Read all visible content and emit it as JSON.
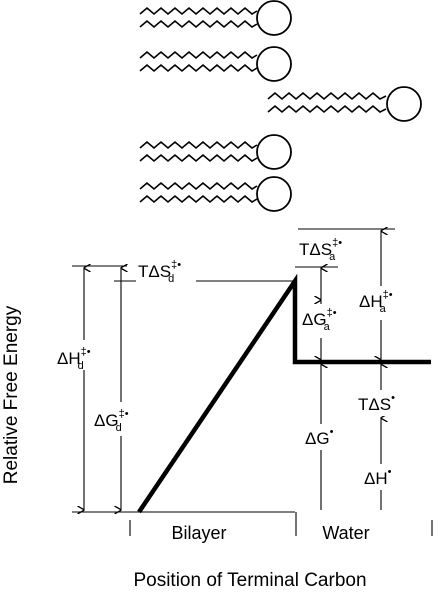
{
  "diagram": {
    "y_axis_label": "Relative Free Energy",
    "x_axis_label": "Position of Terminal Carbon",
    "regions": [
      "Bilayer",
      "Water"
    ]
  },
  "labels": {
    "dH_d": {
      "main": "ΔH",
      "sup": "‡•",
      "sub": "d"
    },
    "dG_d": {
      "main": "ΔG",
      "sup": "‡•",
      "sub": "d"
    },
    "TdS_d": {
      "main": "TΔS",
      "sup": "‡•",
      "sub": "d"
    },
    "TdS_a": {
      "main": "TΔS",
      "sup": "‡•",
      "sub": "a"
    },
    "dG_a": {
      "main": "ΔG",
      "sup": "‡•",
      "sub": "a"
    },
    "dH_a": {
      "main": "ΔH",
      "sup": "‡•",
      "sub": "a"
    },
    "dG0": {
      "main": "ΔG",
      "sup": "•"
    },
    "TdS0": {
      "main": "TΔS",
      "sup": "•"
    },
    "dH0": {
      "main": "ΔH",
      "sup": "•"
    }
  },
  "lipids": [
    {
      "position": "bilayer-upper-1"
    },
    {
      "position": "bilayer-upper-2"
    },
    {
      "position": "water-transit"
    },
    {
      "position": "bilayer-lower-1"
    },
    {
      "position": "bilayer-lower-2"
    }
  ]
}
